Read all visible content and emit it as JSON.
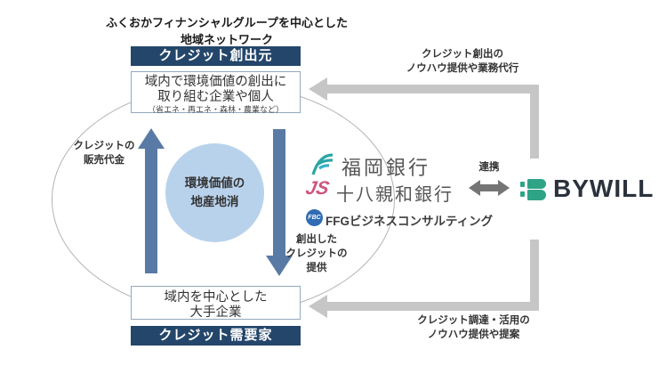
{
  "header": {
    "line1": "ふくおかフィナンシャルグループを中心とした",
    "line2": "地域ネットワーク"
  },
  "credit_creator": {
    "badge": "クレジット創出元",
    "box": {
      "line1": "域内で環境価値の創出に",
      "line2": "取り組む企業や個人",
      "note": "（省エネ・再エネ・森林・農業など）"
    }
  },
  "credit_consumer": {
    "badge": "クレジット需要家",
    "box": {
      "line1": "域内を中心とした",
      "line2": "大手企業"
    }
  },
  "center_circle": {
    "line1": "環境価値の",
    "line2": "地産地消"
  },
  "flows": {
    "credit_sales": {
      "line1": "クレジットの",
      "line2": "販売代金"
    },
    "credit_provision": {
      "line1": "創出した",
      "line2": "クレジットの",
      "line3": "提供"
    }
  },
  "ffg_group": {
    "members": [
      {
        "icon": "fukuoka-bank-logo",
        "name": "福岡銀行"
      },
      {
        "icon": "juhachi-shinwa-bank-logo",
        "icon_text": "JS",
        "name": "十八親和銀行"
      },
      {
        "icon": "ffg-business-consulting-logo",
        "icon_text": "FBC",
        "name": "FFGビジネスコンサルティング"
      }
    ]
  },
  "partnership": {
    "label": "連携"
  },
  "bywill": {
    "wordmark": "BYWILL"
  },
  "notes": {
    "top_right": {
      "line1": "クレジット創出の",
      "line2": "ノウハウ提供や業務代行"
    },
    "bottom_right": {
      "line1": "クレジット調達・活用の",
      "line2": "ノウハウ提供や提案"
    }
  },
  "colors": {
    "badge_navy": "#24466b",
    "flow_arrow_blue": "#5a7aa6",
    "circle_blue": "#b9d2ec",
    "connector_gray": "#c6c6c6",
    "link_arrow_gray": "#757575",
    "bywill_teal": "#2fa386",
    "fukuoka_teal": "#2aa5a5",
    "shinwa_pink": "#cf5480",
    "ffgbc_blue": "#2f6cb3"
  }
}
